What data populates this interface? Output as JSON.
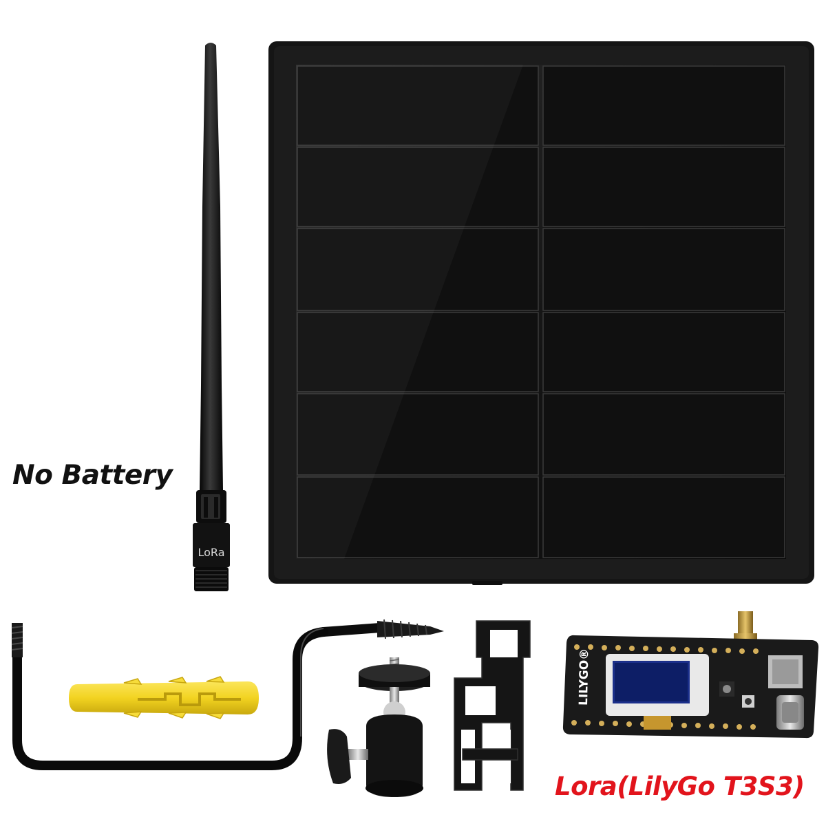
{
  "captions": {
    "no_battery": "No Battery",
    "lora_board": "Lora(LilyGo T3S3)"
  },
  "antenna": {
    "label": "LoRa"
  },
  "board": {
    "brand": "LILYGO®"
  },
  "items": [
    "lora-antenna",
    "solar-panel",
    "wall-mount-bracket",
    "yellow-wall-anchor",
    "ball-head-mount",
    "panel-stand",
    "lilygo-t3s3-board"
  ],
  "colors": {
    "background": "#ffffff",
    "caption_dark": "#111111",
    "caption_red": "#e2141c",
    "panel_frame": "#151515",
    "panel_cell": "#111111",
    "anchor": "#f2d321",
    "board": "#1a1a1a",
    "oled": "#1b2f8a"
  }
}
